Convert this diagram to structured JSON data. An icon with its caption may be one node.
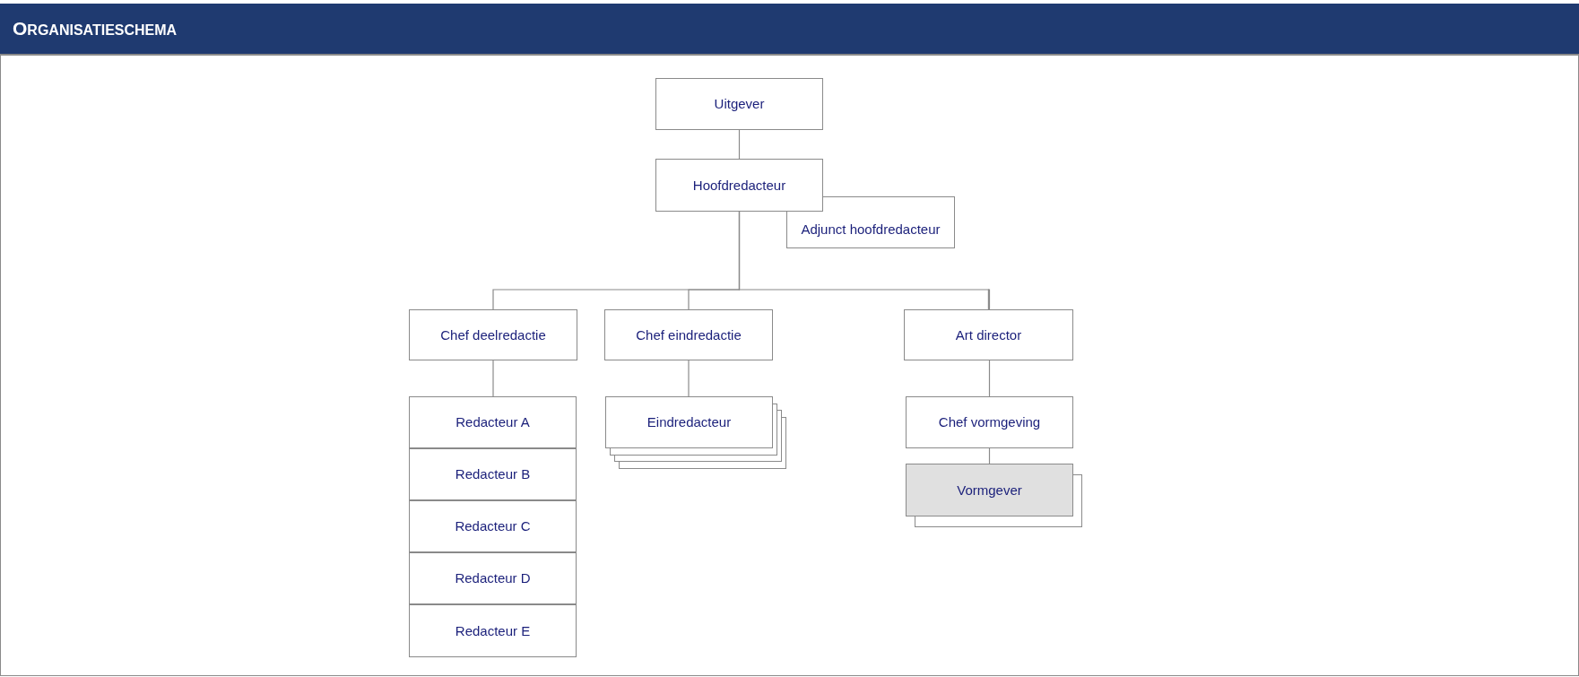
{
  "diagram": {
    "title": "ORGANISATIESCHEMA",
    "nodes": [
      {
        "text": [
          "Uitgever"
        ]
      },
      {
        "text": [
          "Hoofdredacteur"
        ]
      },
      {
        "text": [
          "Adjunct hoofdredacteur"
        ]
      },
      {
        "text": [
          "Chef deelredactie"
        ]
      },
      {
        "text": [
          "Chef eindredactie"
        ]
      },
      {
        "text": [
          "Art director"
        ]
      },
      {
        "text": [
          "Redacteur A"
        ]
      },
      {
        "text": [
          "Redacteur B"
        ]
      },
      {
        "text": [
          "Redacteur C"
        ]
      },
      {
        "text": [
          "Redacteur D"
        ]
      },
      {
        "text": [
          "Redacteur E"
        ]
      },
      {
        "text": [
          "Eindredacteur"
        ]
      },
      {
        "text": [
          "Chef vormgeving"
        ]
      },
      {
        "text": [
          "Vormgever"
        ]
      }
    ],
    "edges": [
      {
        "from": 0,
        "to": 1,
        "arrow": "none"
      },
      {
        "from": 1,
        "to": 3,
        "arrow": "none"
      },
      {
        "from": 1,
        "to": 4,
        "arrow": "none"
      },
      {
        "from": 1,
        "to": 5,
        "arrow": "none"
      },
      {
        "from": 3,
        "to": 6,
        "arrow": "none"
      },
      {
        "from": 4,
        "to": 11,
        "arrow": "none"
      },
      {
        "from": 5,
        "to": 12,
        "arrow": "none"
      },
      {
        "from": 12,
        "to": 13,
        "arrow": "none"
      }
    ]
  }
}
